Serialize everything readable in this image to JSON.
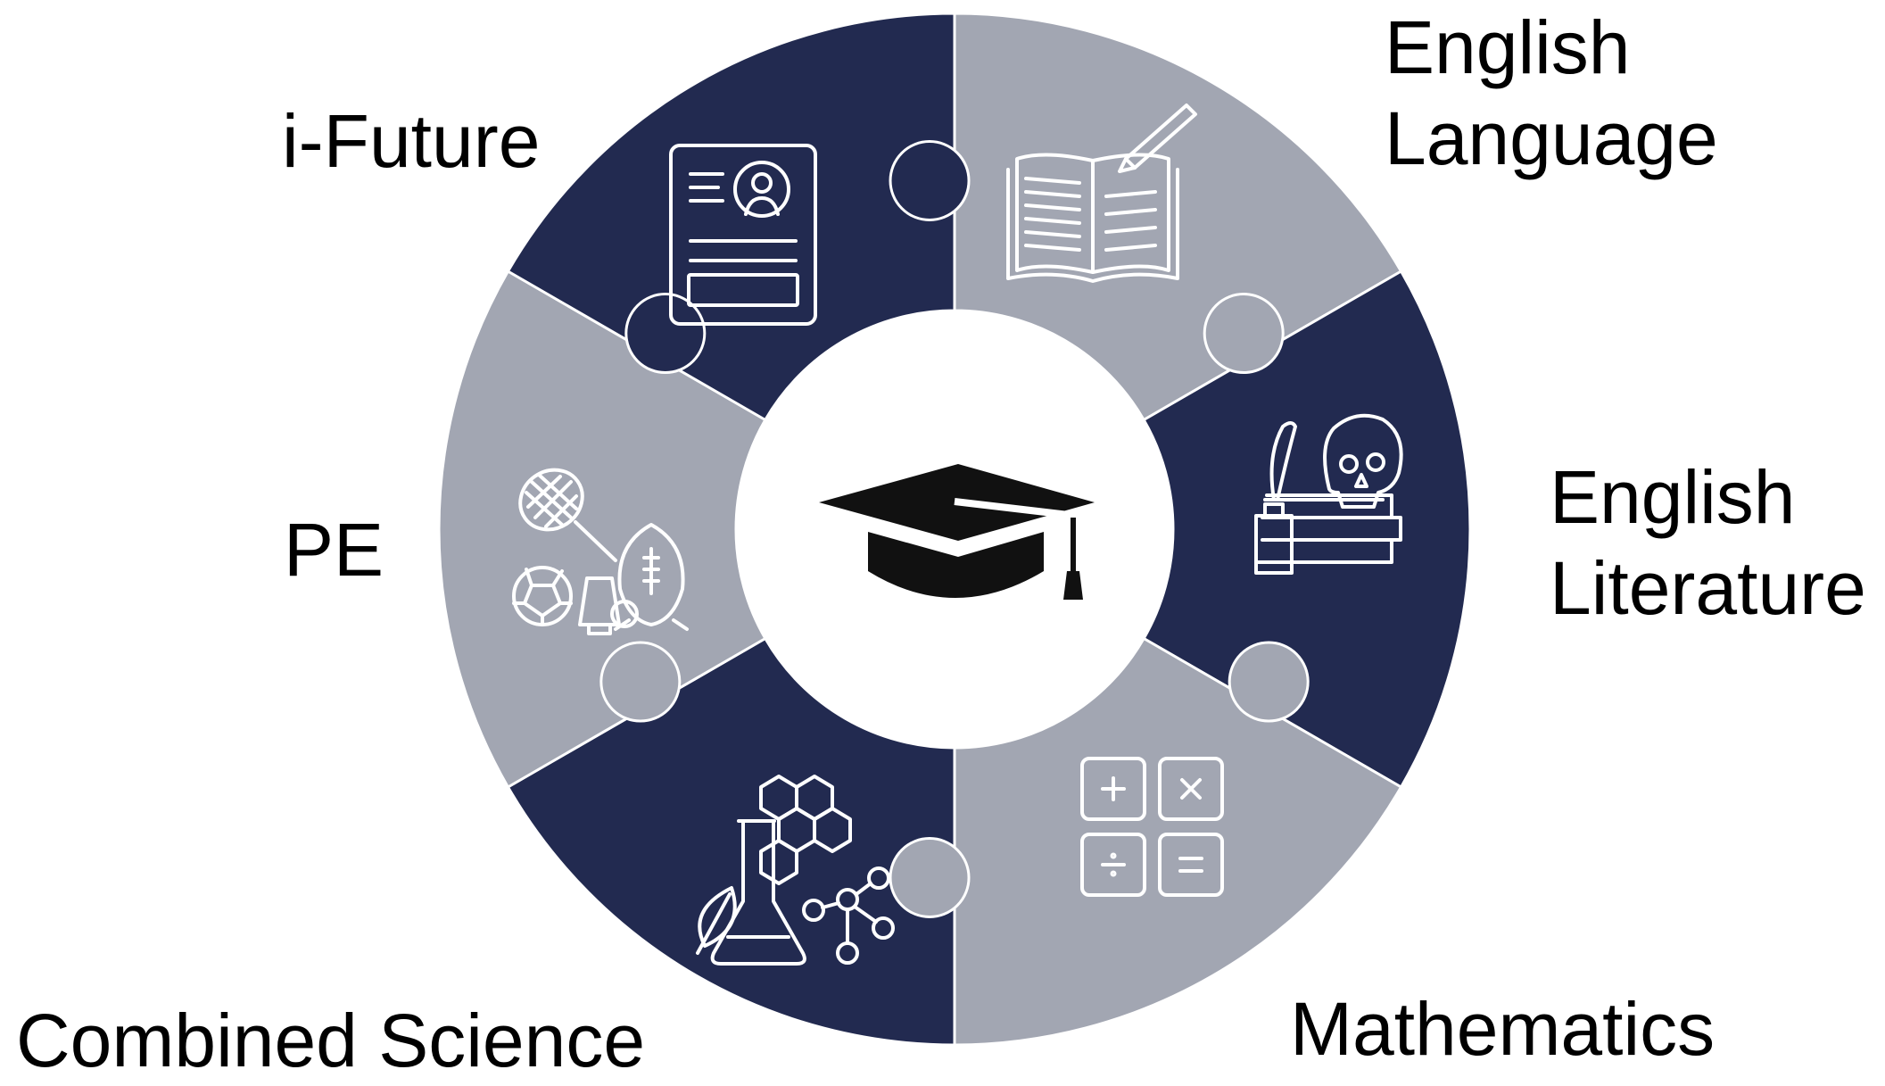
{
  "diagram": {
    "colors": {
      "dark": "#222a50",
      "light": "#a2a6b2",
      "center": "#ffffff",
      "icon_stroke": "#ffffff",
      "center_icon": "#111111"
    },
    "center_icon": "graduation-cap-icon",
    "segments": [
      {
        "id": "english-language",
        "lines": [
          "English",
          "Language"
        ],
        "icon": "open-book-quill-icon",
        "shade": "light"
      },
      {
        "id": "english-literature",
        "lines": [
          "English",
          "Literature"
        ],
        "icon": "skull-books-quill-icon",
        "shade": "dark"
      },
      {
        "id": "mathematics",
        "lines": [
          "Mathematics"
        ],
        "icon": "math-operators-icon",
        "shade": "light"
      },
      {
        "id": "combined-science",
        "lines": [
          "Combined Science"
        ],
        "icon": "flask-molecule-icon",
        "shade": "dark"
      },
      {
        "id": "pe",
        "lines": [
          "PE"
        ],
        "icon": "sports-equipment-icon",
        "shade": "light"
      },
      {
        "id": "i-future",
        "lines": [
          "i-Future"
        ],
        "icon": "resume-profile-icon",
        "shade": "dark"
      }
    ]
  }
}
